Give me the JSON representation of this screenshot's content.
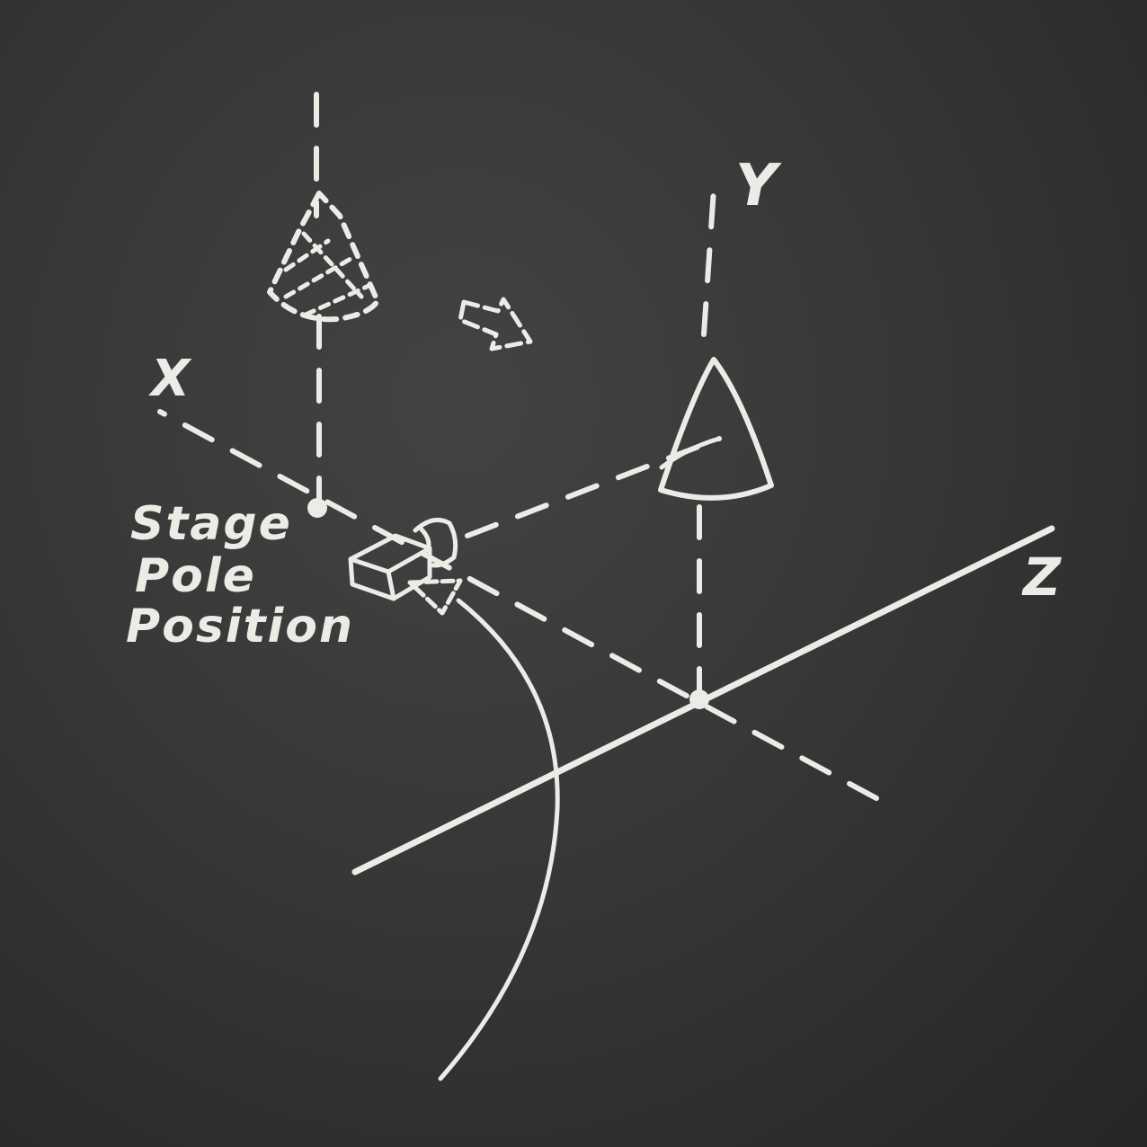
{
  "diagram": {
    "axis_labels": {
      "x": "X",
      "y": "Y",
      "z": "Z"
    },
    "annotation": {
      "lines": [
        "Stage",
        "Pole",
        "Position"
      ]
    },
    "ink_color": "#ecebe6",
    "background_color": "#353535",
    "elements": [
      "dashed-x-axis",
      "dashed-y-axis",
      "solid-z-axis",
      "stage-pole-vertical-line",
      "hatched-cone-ghost",
      "cone-target",
      "move-arrow-icon",
      "camera-icon",
      "camera-orbit-path"
    ]
  }
}
